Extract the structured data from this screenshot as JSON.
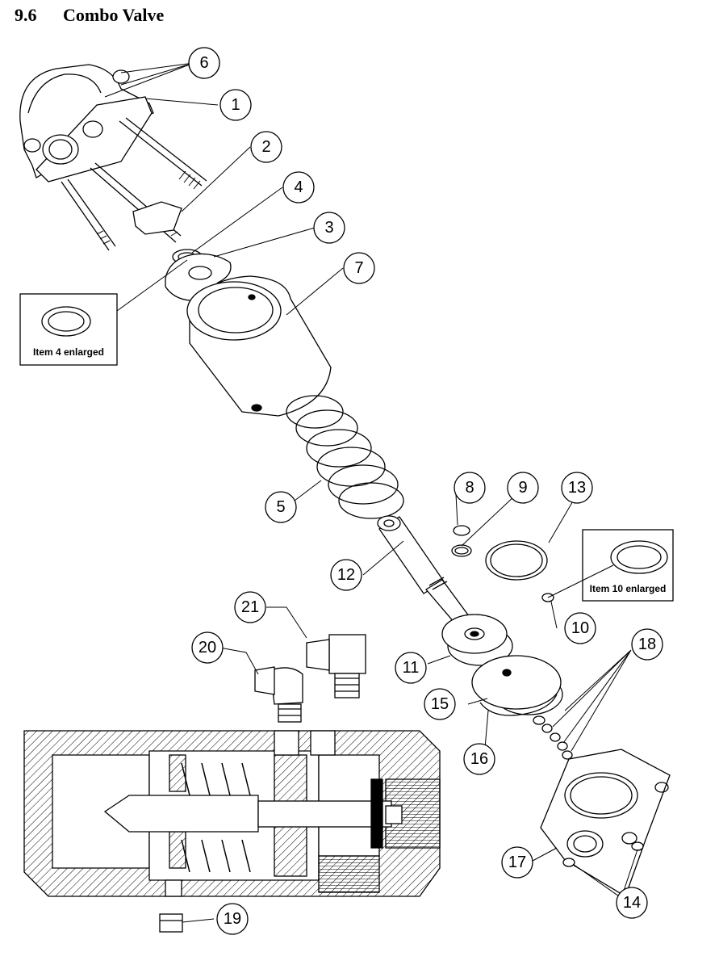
{
  "heading": {
    "number": "9.6",
    "title": "Combo Valve"
  },
  "callouts": [
    "1",
    "2",
    "3",
    "4",
    "5",
    "6",
    "7",
    "8",
    "9",
    "10",
    "11",
    "12",
    "13",
    "14",
    "15",
    "16",
    "17",
    "18",
    "19",
    "20",
    "21"
  ],
  "insets": {
    "item4": "Item 4 enlarged",
    "item10": "Item 10 enlarged"
  }
}
